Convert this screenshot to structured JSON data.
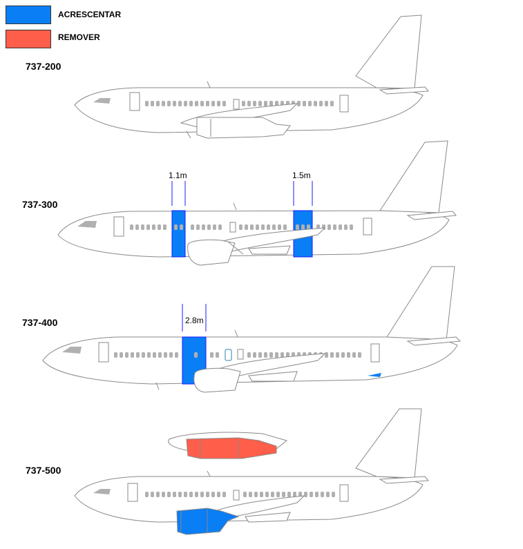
{
  "legend": {
    "add": {
      "label": "ACRESCENTAR",
      "color": "#0a7ef5"
    },
    "remove": {
      "label": "REMOVER",
      "color": "#ff5e4a"
    }
  },
  "aircraft": [
    {
      "model": "737-200"
    },
    {
      "model": "737-300",
      "insert_front": "1.1m",
      "insert_rear": "1.5m"
    },
    {
      "model": "737-400",
      "insert_front": "2.8m"
    },
    {
      "model": "737-500"
    }
  ],
  "colors": {
    "outline": "#888888",
    "window": "#b0b0b0",
    "dim_line": "#1a1aff"
  }
}
